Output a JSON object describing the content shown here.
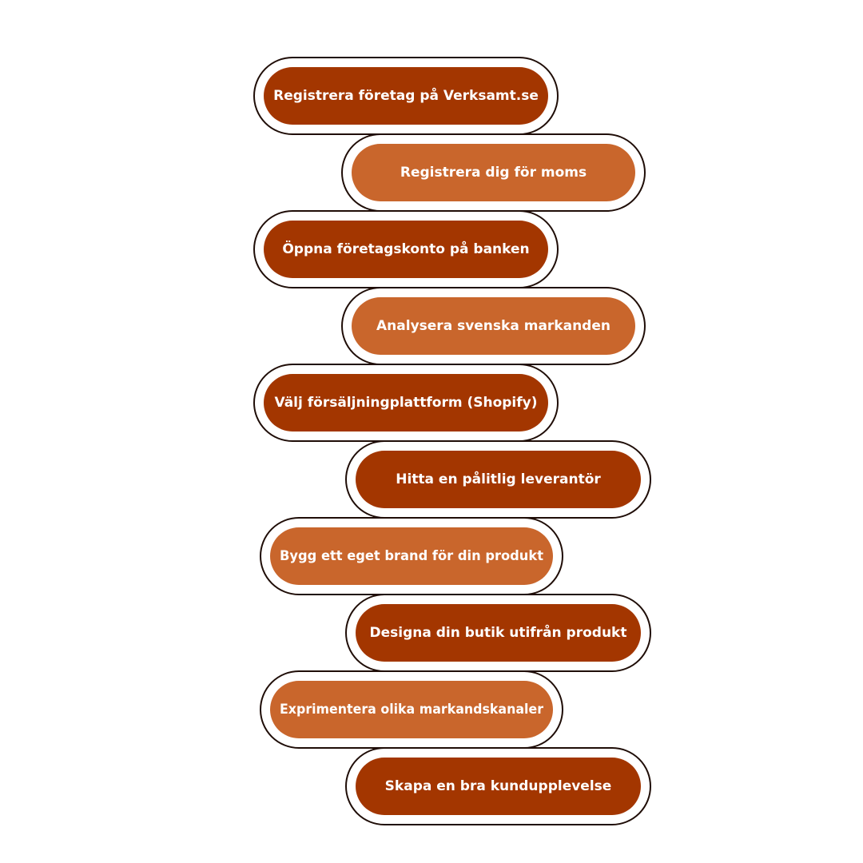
{
  "colors": {
    "dark_step": "#a33600",
    "light_step": "#c9662c",
    "connector": "#241008",
    "outline": "#1f0d07",
    "text": "#ffffff"
  },
  "steps": [
    {
      "label": "Registrera företag på Verksamt.se",
      "tone": "dark",
      "side": "left"
    },
    {
      "label": "Registrera dig för moms",
      "tone": "light",
      "side": "right"
    },
    {
      "label": "Öppna företagskonto på banken",
      "tone": "dark",
      "side": "left"
    },
    {
      "label": "Analysera svenska markanden",
      "tone": "light",
      "side": "right"
    },
    {
      "label": "Välj försäljningplattform (Shopify)",
      "tone": "dark",
      "side": "left"
    },
    {
      "label": "Hitta en pålitlig leverantör",
      "tone": "dark",
      "side": "right"
    },
    {
      "label": "Bygg ett eget brand för din produkt",
      "tone": "light",
      "side": "left"
    },
    {
      "label": "Designa din butik utifrån produkt",
      "tone": "dark",
      "side": "right"
    },
    {
      "label": "Exprimentera olika markandskanaler",
      "tone": "light",
      "side": "left"
    },
    {
      "label": "Skapa en bra kundupplevelse",
      "tone": "dark",
      "side": "right"
    }
  ]
}
